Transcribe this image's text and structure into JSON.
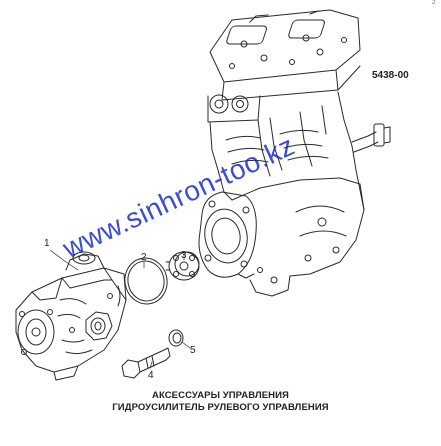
{
  "diagram": {
    "part_code": "5438-00",
    "corner_mark": "2",
    "callouts": [
      "1",
      "2",
      "3",
      "4",
      "5"
    ],
    "caption_line1": "АКСЕССУАРЫ УПРАВЛЕНИЯ",
    "caption_line2": "ГИДРОУСИЛИТЕЛЬ РУЛЕВОГО УПРАВЛЕНИЯ",
    "watermark": "www.sinhron-too.kz",
    "colors": {
      "line": "#2a2a2a",
      "watermark": "#1226c8",
      "background": "#ffffff"
    }
  }
}
